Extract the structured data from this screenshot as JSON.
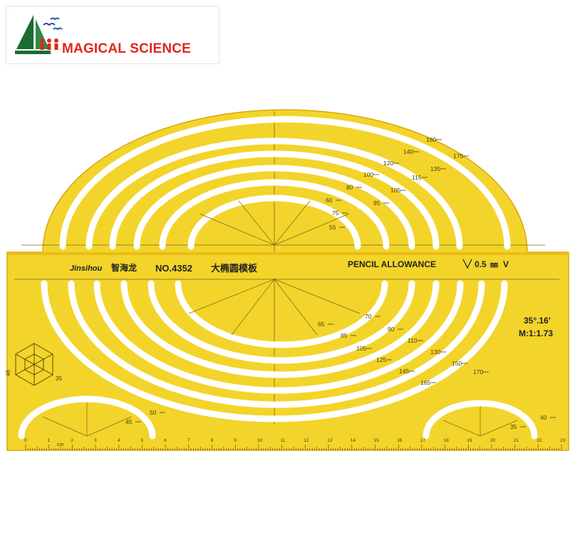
{
  "logo": {
    "text": "MAGICAL SCIENCE",
    "colors": {
      "sail": "#1b6b33",
      "text": "#e1261c",
      "birds": "#1f4fa0"
    }
  },
  "template": {
    "brand": "Jinsihou",
    "brand_cn": "智海龙",
    "model": "NO.4352",
    "name_cn": "大椭圆模板",
    "allowance_label": "PENCIL  ALLOWANCE",
    "allowance_value": "0.5",
    "allowance_unit_cn": "㎜",
    "allowance_suffix": "V",
    "angle": "35°.16′",
    "ratio": "M:1:1.73",
    "cube_dim_a": "46",
    "cube_dim_b": "35",
    "ruler_unit": "cm",
    "colors": {
      "plastic": "#f3d42a",
      "edge": "#d8a80c",
      "ink": "#4a3e0a"
    },
    "upper_labels": [
      "55",
      "60",
      "75",
      "80",
      "95",
      "100",
      "105",
      "115",
      "120",
      "135",
      "140",
      "160",
      "175"
    ],
    "lower_labels": [
      "65",
      "70",
      "85",
      "90",
      "105",
      "110",
      "125",
      "130",
      "145",
      "150",
      "165",
      "170"
    ],
    "small_left_labels": [
      "45",
      "50"
    ],
    "small_right_labels": [
      "35",
      "40"
    ],
    "ruler_labels": [
      "0",
      "1",
      "2",
      "3",
      "4",
      "5",
      "6",
      "7",
      "8",
      "9",
      "10",
      "11",
      "12",
      "13",
      "14",
      "15",
      "16",
      "17",
      "18",
      "19",
      "20",
      "21",
      "22",
      "23"
    ]
  }
}
